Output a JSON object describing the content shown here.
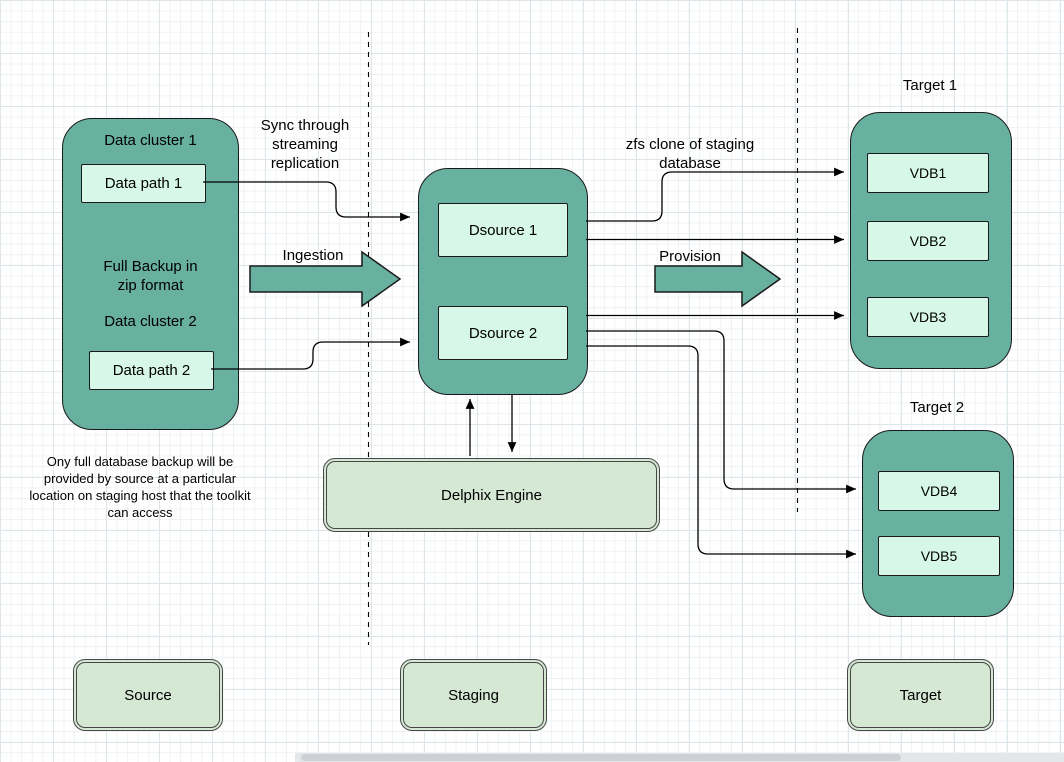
{
  "colors": {
    "container_teal": "#68b0a0",
    "inner_mint": "#d7f8e8",
    "box_light_green": "#d5e8d4",
    "line_black": "#000000"
  },
  "source": {
    "cluster1": "Data cluster 1",
    "datapath1": "Data path 1",
    "backup_text": "Full Backup in zip format",
    "cluster2": "Data cluster 2",
    "datapath2": "Data path 2",
    "note": "Ony full database backup will be provided by source at a particular location on staging host that the toolkit can access"
  },
  "staging": {
    "dsource1": "Dsource 1",
    "dsource2": "Dsource 2",
    "engine": "Delphix Engine"
  },
  "targets": {
    "target1_title": "Target 1",
    "target1_vdbs": [
      "VDB1",
      "VDB2",
      "VDB3"
    ],
    "target2_title": "Target 2",
    "target2_vdbs": [
      "VDB4",
      "VDB5"
    ]
  },
  "flow_labels": {
    "sync": "Sync through streaming replication",
    "ingestion": "Ingestion",
    "zfs_clone": "zfs clone of staging database",
    "provision": "Provision"
  },
  "lanes": {
    "source": "Source",
    "staging": "Staging",
    "target": "Target"
  }
}
